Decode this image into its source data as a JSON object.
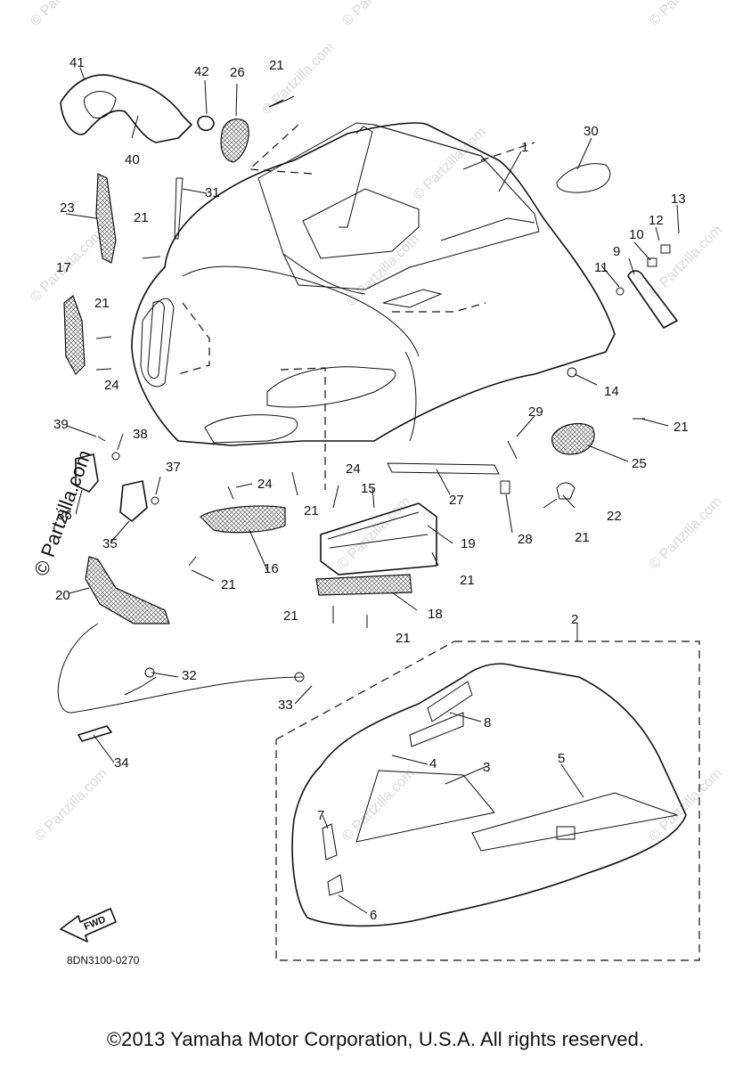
{
  "diagram": {
    "drawing_code": "8DN3100-0270",
    "direction_label": "FWD",
    "vertical_watermark": "© Partzilla.com",
    "watermark": "© Partzilla.com",
    "callouts": [
      "1",
      "2",
      "3",
      "4",
      "5",
      "6",
      "7",
      "8",
      "9",
      "10",
      "11",
      "12",
      "13",
      "14",
      "15",
      "16",
      "17",
      "18",
      "19",
      "20",
      "21",
      "21",
      "21",
      "21",
      "21",
      "21",
      "21",
      "21",
      "21",
      "21",
      "22",
      "23",
      "24",
      "24",
      "24",
      "25",
      "26",
      "27",
      "28",
      "29",
      "30",
      "31",
      "32",
      "33",
      "34",
      "35",
      "36",
      "37",
      "38",
      "39",
      "40",
      "41",
      "42"
    ]
  },
  "footer": {
    "copyright": "©2013 Yamaha Motor Corporation, U.S.A. All rights reserved."
  }
}
